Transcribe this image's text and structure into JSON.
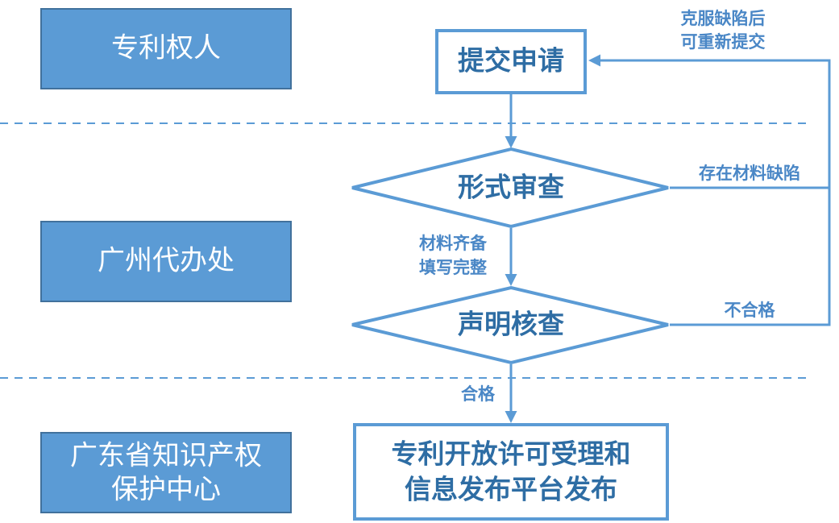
{
  "colors": {
    "lane_fill": "#5B9BD5",
    "lane_border": "#41719C",
    "node_border": "#5B9BD5",
    "node_text": "#2E6DA4",
    "arrow": "#5B9BD5",
    "divider": "#5B9BD5",
    "edge_label": "#4A87C6"
  },
  "lanes": {
    "patentee": {
      "label": "专利权人"
    },
    "guangzhou_office": {
      "label": "广州代办处"
    },
    "guangdong_ipo": {
      "label_line1": "广东省知识产权",
      "label_line2": "保护中心"
    }
  },
  "nodes": {
    "submit": {
      "label": "提交申请"
    },
    "form_review": {
      "label": "形式审查"
    },
    "statement_review": {
      "label": "声明核查"
    },
    "publish": {
      "label_line1": "专利开放许可受理和",
      "label_line2": "信息发布平台发布"
    }
  },
  "edges": {
    "resubmit": {
      "label_line1": "克服缺陷后",
      "label_line2": "可重新提交"
    },
    "defect": {
      "label": "存在材料缺陷"
    },
    "complete": {
      "label_line1": "材料齐备",
      "label_line2": "填写完整"
    },
    "unqualified": {
      "label": "不合格"
    },
    "qualified": {
      "label": "合格"
    }
  }
}
